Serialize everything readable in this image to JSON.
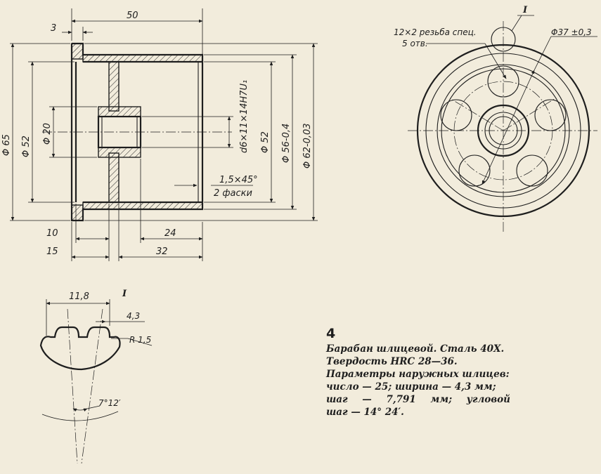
{
  "section_view": {
    "dims": {
      "length": "50",
      "flange": "3",
      "d65": "Φ 65",
      "d52_left": "Φ 52",
      "d20": "Φ 20",
      "spline_spec": "d6×11×14H7U₁",
      "d52_right": "Φ 52",
      "d56": "Φ 56-0,4",
      "d62": "Φ 62-0,03",
      "chamfer": "1,5×45°",
      "chamfer_note": "2 фаски",
      "w10": "10",
      "w24": "24",
      "w15": "15",
      "w32": "32"
    }
  },
  "end_view": {
    "thread_note_1": "12×2 резьба спец.",
    "thread_note_2": "5 отв.",
    "pcd": "Φ37 ±0,3",
    "detail_ref": "I"
  },
  "detail": {
    "ref": "I",
    "pitch": "11,8",
    "width": "4,3",
    "radius": "R 1,5",
    "angle": "7°12′"
  },
  "caption": {
    "number": "4",
    "line1": "Барабан шлицевой. Сталь 40Х.",
    "line2": "Твердость HRC 28—36.",
    "line3": "Параметры наружных шлицев:",
    "line4": "число — 25; ширина — 4,3 мм;",
    "line5": "шаг — 7,791 мм; угловой",
    "line6": "шаг — 14° 24′."
  }
}
